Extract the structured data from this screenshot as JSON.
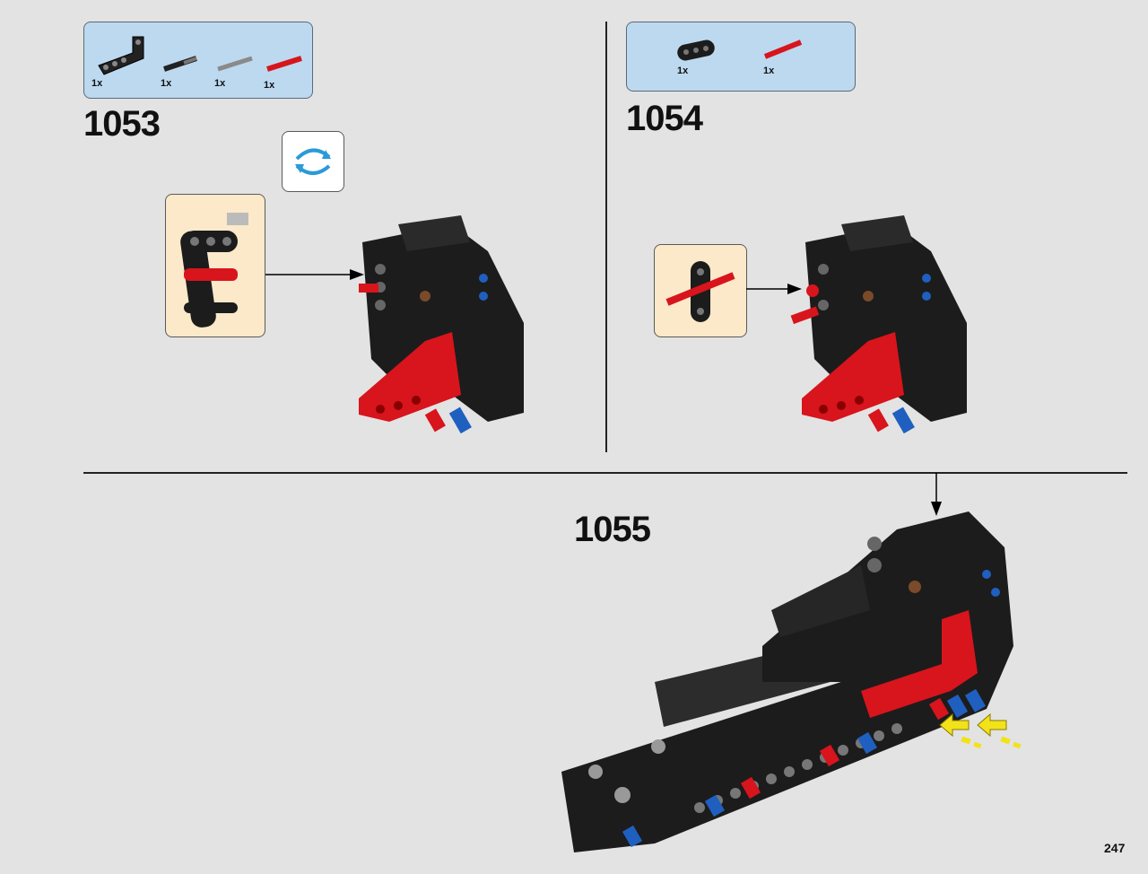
{
  "steps": [
    {
      "number": "1053",
      "parts": [
        {
          "qty": "1x",
          "icon": "black-l-beam-part"
        },
        {
          "qty": "1x",
          "icon": "black-axle-pin-part"
        },
        {
          "qty": "1x",
          "icon": "grey-axle-part"
        },
        {
          "qty": "1x",
          "icon": "red-axle-part"
        }
      ],
      "rotate_icon": "rotate-model-icon"
    },
    {
      "number": "1054",
      "parts": [
        {
          "qty": "1x",
          "icon": "black-beam-part"
        },
        {
          "qty": "1x",
          "icon": "red-axle-pin-part"
        }
      ]
    },
    {
      "number": "1055"
    }
  ],
  "page_number": "247",
  "colors": {
    "parts_box": "#bcd9f0",
    "callout": "#fbe9c9",
    "background": "#e3e3e3",
    "brick_black": "#1c1c1c",
    "brick_red": "#d8141c",
    "brick_blue": "#1f5fbf",
    "arrow_yellow": "#f2e21a"
  }
}
